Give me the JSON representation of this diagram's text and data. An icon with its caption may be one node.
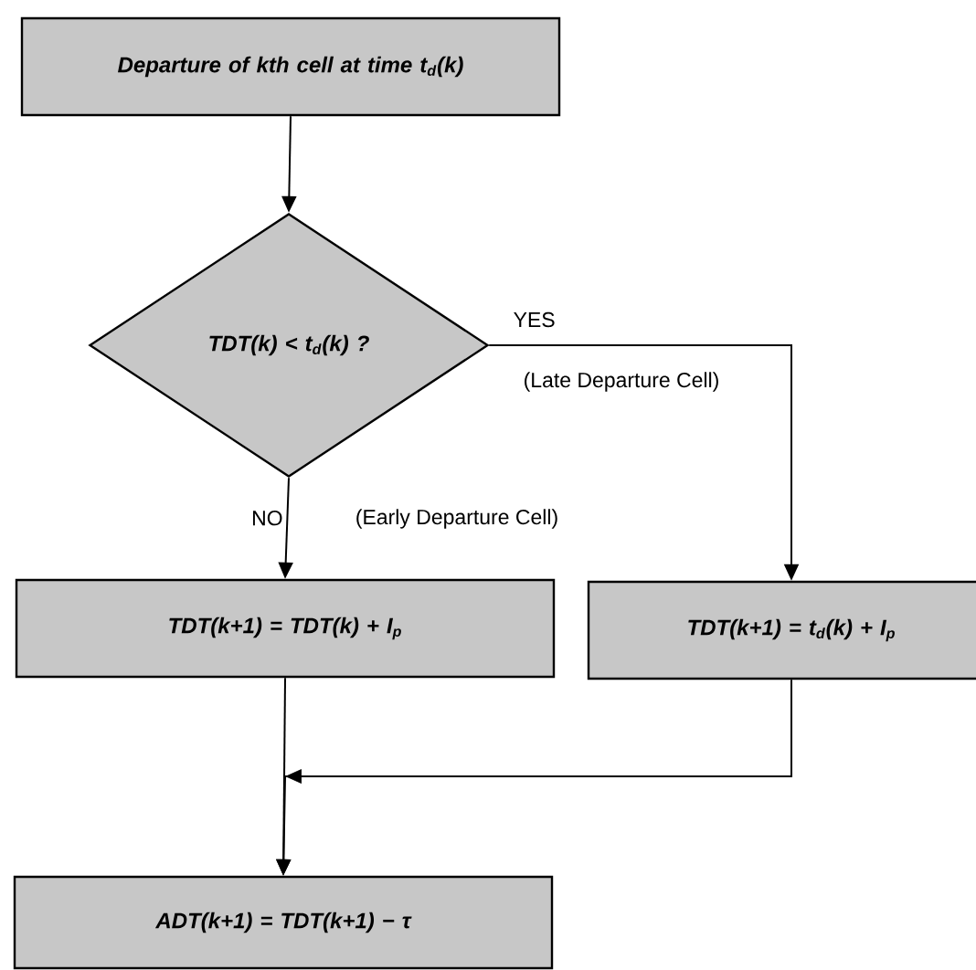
{
  "diagram": {
    "nodes": [
      {
        "text": [
          "Departure of kth cell at time t$_{d}$(k)"
        ]
      },
      {
        "text": [
          "TDT(k) < t$_{d}$(k) ?"
        ]
      },
      {
        "text": [
          "TDT(k+1) = TDT(k) + I$_{p}$"
        ]
      },
      {
        "text": [
          "TDT(k+1) = t$_{d}$(k) + I$_{p}$"
        ]
      },
      {
        "text": [
          "ADT(k+1) = TDT(k+1) − τ"
        ]
      }
    ],
    "edges": [
      {
        "from": 0,
        "to": 1,
        "arrow": "to"
      },
      {
        "from": 1,
        "to": 2,
        "arrow": "to",
        "label": "NO"
      },
      {
        "from": 1,
        "to": 3,
        "arrow": "to",
        "label": "YES"
      },
      {
        "from": 2,
        "to": 4,
        "arrow": "to"
      },
      {
        "from": 3,
        "to": 4,
        "arrow": "to"
      }
    ],
    "labels": [
      "(Late Departure Cell)",
      "(Early Departure Cell)"
    ]
  }
}
